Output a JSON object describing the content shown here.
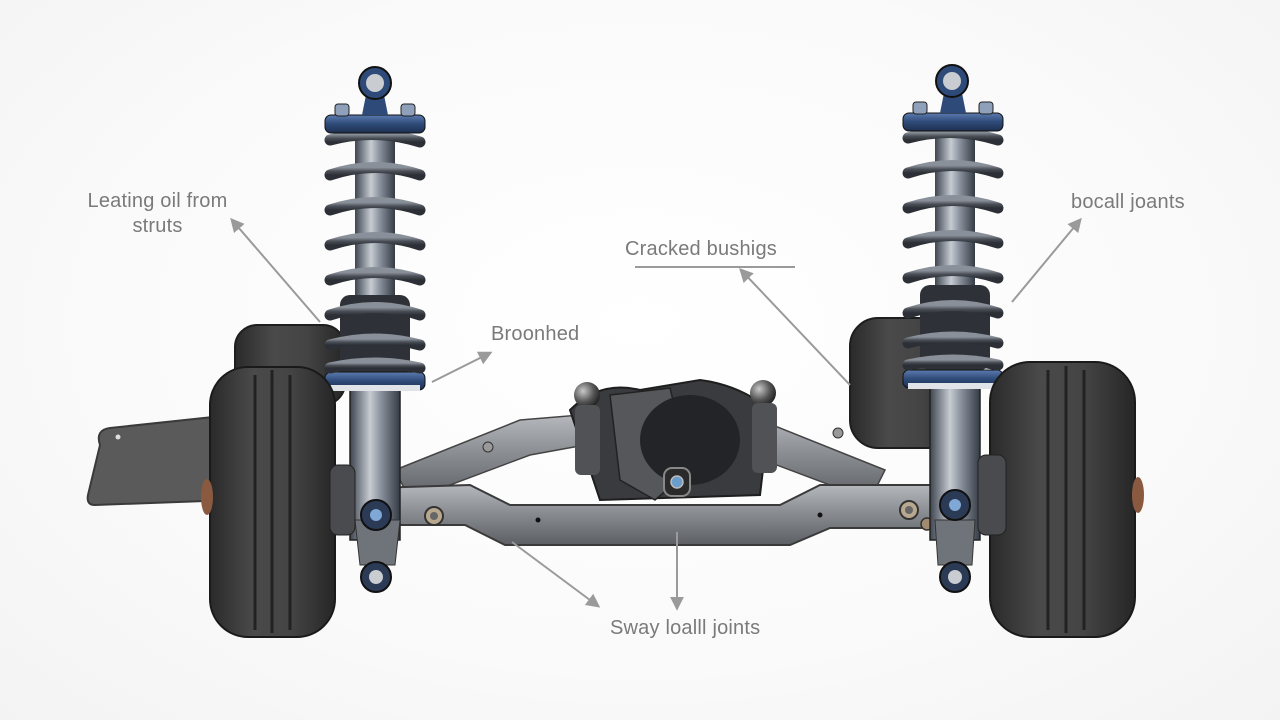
{
  "diagram": {
    "subject": "Vehicle front suspension assembly",
    "labels": [
      {
        "id": "leaking-oil",
        "text_line1": "Leating oil from",
        "text_line2": "struts"
      },
      {
        "id": "cracked-bushings",
        "text": "Cracked bushigs"
      },
      {
        "id": "ball-joints",
        "text": "bocall joants"
      },
      {
        "id": "broken",
        "text": "Broonhed"
      },
      {
        "id": "sway-ball-joints",
        "text": "Sway loalll joints"
      }
    ],
    "components": [
      "left-strut-coil-spring",
      "right-strut-coil-spring",
      "left-wheel",
      "right-wheel",
      "cross-member",
      "differential",
      "lower-control-arms",
      "mud-flap"
    ],
    "colors": {
      "label_text": "#7a7a7a",
      "arrow": "#9a9a9a",
      "spring": "#4a4f57",
      "strut_blue": "#2e4a78",
      "tire": "#3a3a3a",
      "metal": "#8c8f93",
      "background": "#fdfdfd"
    }
  }
}
